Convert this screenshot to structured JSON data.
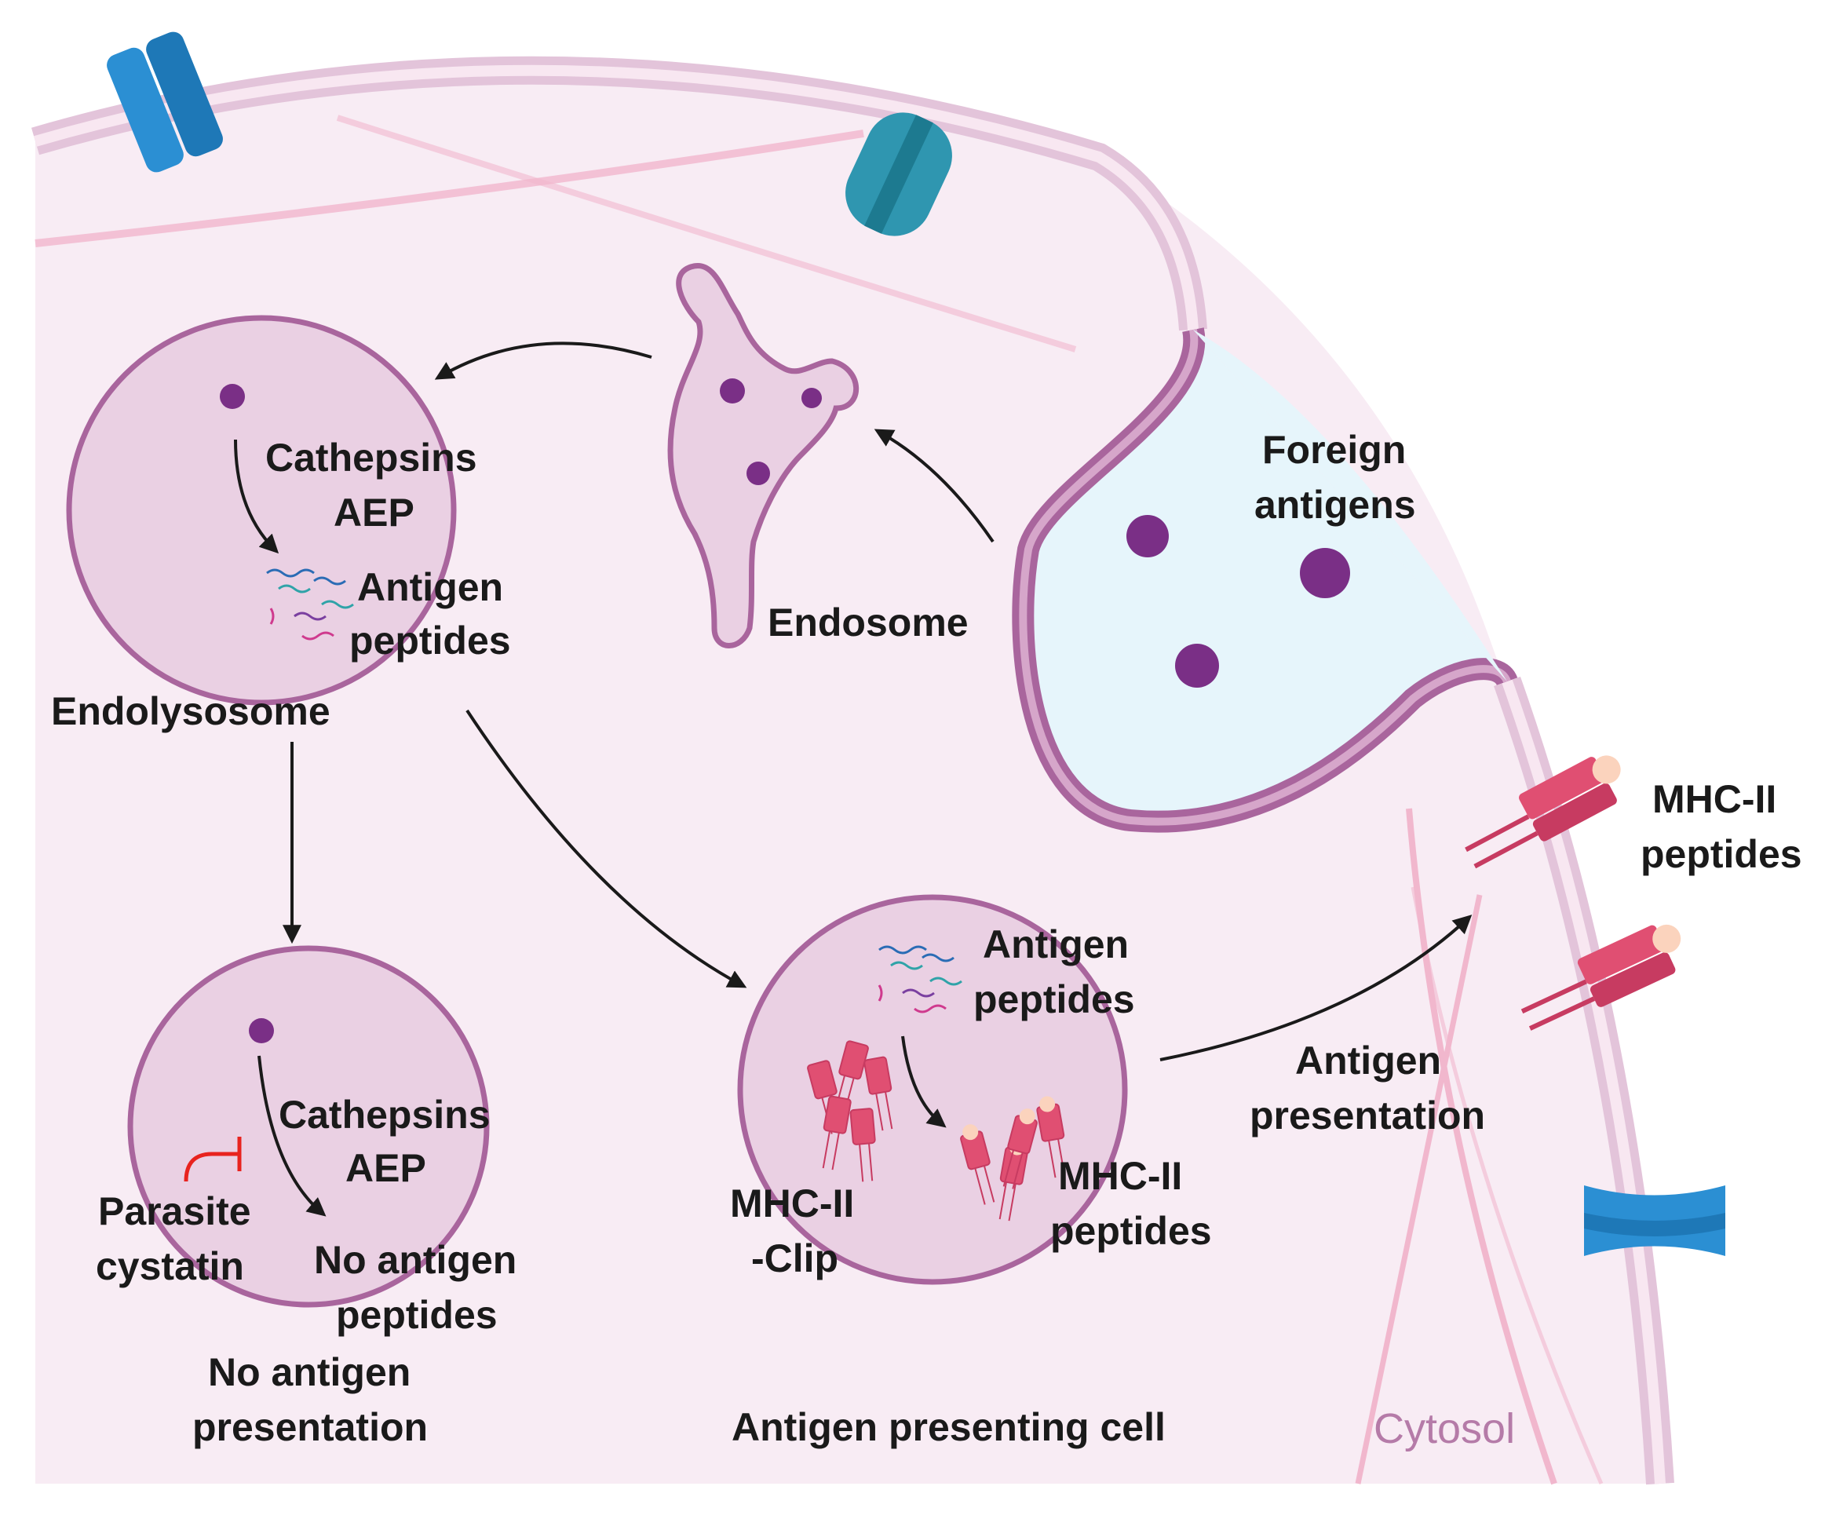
{
  "labels": {
    "cathepsins_top": "Cathepsins",
    "aep_top": "AEP",
    "antigen_top": "Antigen",
    "peptides_top": "peptides",
    "endolysosome": "Endolysosome",
    "endosome": "Endosome",
    "foreign_line1": "Foreign",
    "foreign_line2": "antigens",
    "mhc_membrane_line1": "MHC-II",
    "mhc_membrane_line2": "peptides",
    "cathepsins_bottom": "Cathepsins",
    "aep_bottom": "AEP",
    "parasite_line1": "Parasite",
    "parasite_line2": "cystatin",
    "no_antigen_peptides_line1": "No antigen",
    "no_antigen_peptides_line2": "peptides",
    "no_presentation_line1": "No antigen",
    "no_presentation_line2": "presentation",
    "antigen_right": "Antigen",
    "peptides_right": "peptides",
    "mhc_clip_line1": "MHC-II",
    "mhc_clip_line2": "-Clip",
    "mhc_right_line1": "MHC-II",
    "mhc_right_line2": "peptides",
    "antigen_presentation_line1": "Antigen",
    "antigen_presentation_line2": "presentation",
    "apc": "Antigen presenting cell",
    "cytosol": "Cytosol"
  },
  "colors": {
    "membrane": "#e3c4da",
    "vesicle_fill": "#ead0e3",
    "vesicle_edge": "#a9659d",
    "particle": "#7a2f86",
    "phagosome_fill": "#e6f5fb",
    "mhc": "#e04f72",
    "inhibitor": "#e8231f",
    "channel_blue": "#2b8fd3",
    "channel_teal": "#2f96b0"
  },
  "icons": [
    "ion-channel-icon",
    "transporter-icon",
    "mhc-ii-molecule-icon",
    "peptide-squiggle-icon",
    "inhibition-icon"
  ]
}
